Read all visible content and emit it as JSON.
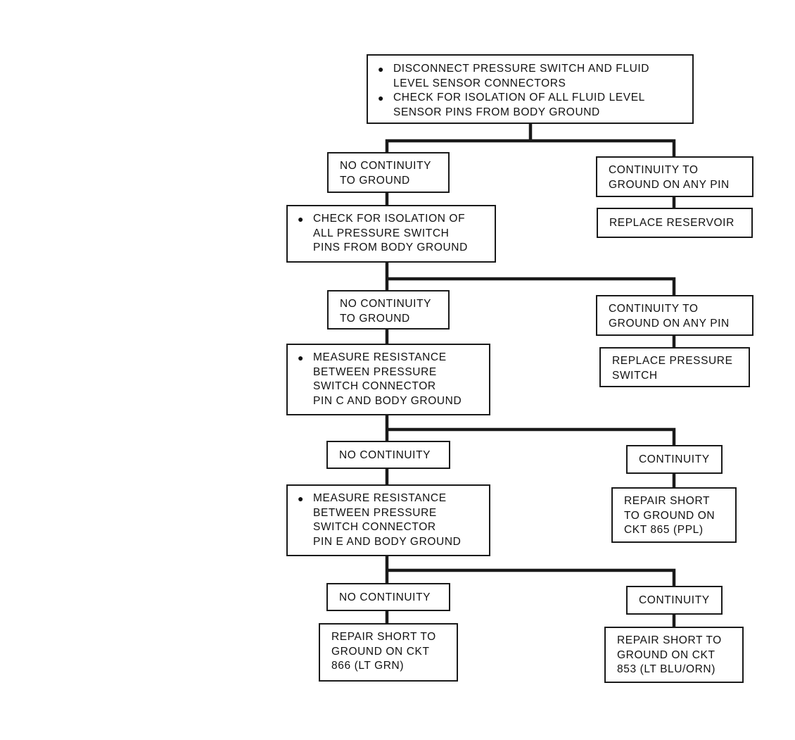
{
  "steps": {
    "s1": {
      "bullet": "●",
      "lines_a": "DISCONNECT PRESSURE SWITCH AND FLUID\nLEVEL SENSOR CONNECTORS",
      "lines_b": "CHECK FOR ISOLATION OF ALL FLUID LEVEL\nSENSOR PINS FROM BODY GROUND"
    },
    "s2": {
      "text": "NO CONTINUITY\nTO GROUND"
    },
    "s3": {
      "text": "CONTINUITY TO\nGROUND ON ANY PIN"
    },
    "s4": {
      "text": "REPLACE RESERVOIR"
    },
    "s5": {
      "text": "CHECK FOR ISOLATION OF\nALL PRESSURE SWITCH\nPINS FROM BODY GROUND"
    },
    "s6": {
      "text": "NO CONTINUITY\nTO GROUND"
    },
    "s7": {
      "text": "CONTINUITY TO\nGROUND ON ANY PIN"
    },
    "s8": {
      "text": "REPLACE PRESSURE\nSWITCH"
    },
    "s9": {
      "text": "MEASURE RESISTANCE\nBETWEEN PRESSURE\nSWITCH CONNECTOR\nPIN C AND BODY GROUND"
    },
    "s10": {
      "text": "NO CONTINUITY"
    },
    "s11": {
      "text": "CONTINUITY"
    },
    "s12": {
      "text": "REPAIR SHORT\nTO GROUND ON\nCKT 865 (PPL)"
    },
    "s13": {
      "text": "MEASURE RESISTANCE\nBETWEEN PRESSURE\nSWITCH CONNECTOR\nPIN E AND BODY GROUND"
    },
    "s14": {
      "text": "NO CONTINUITY"
    },
    "s15": {
      "text": "CONTINUITY"
    },
    "s16": {
      "text": "REPAIR SHORT TO\nGROUND ON CKT\n866 (LT GRN)"
    },
    "s17": {
      "text": "REPAIR SHORT TO\nGROUND ON CKT\n853 (LT BLU/ORN)"
    }
  },
  "colors": {
    "line": "#1a1a1a",
    "box_border": "#1a1a1a",
    "background": "#ffffff"
  }
}
